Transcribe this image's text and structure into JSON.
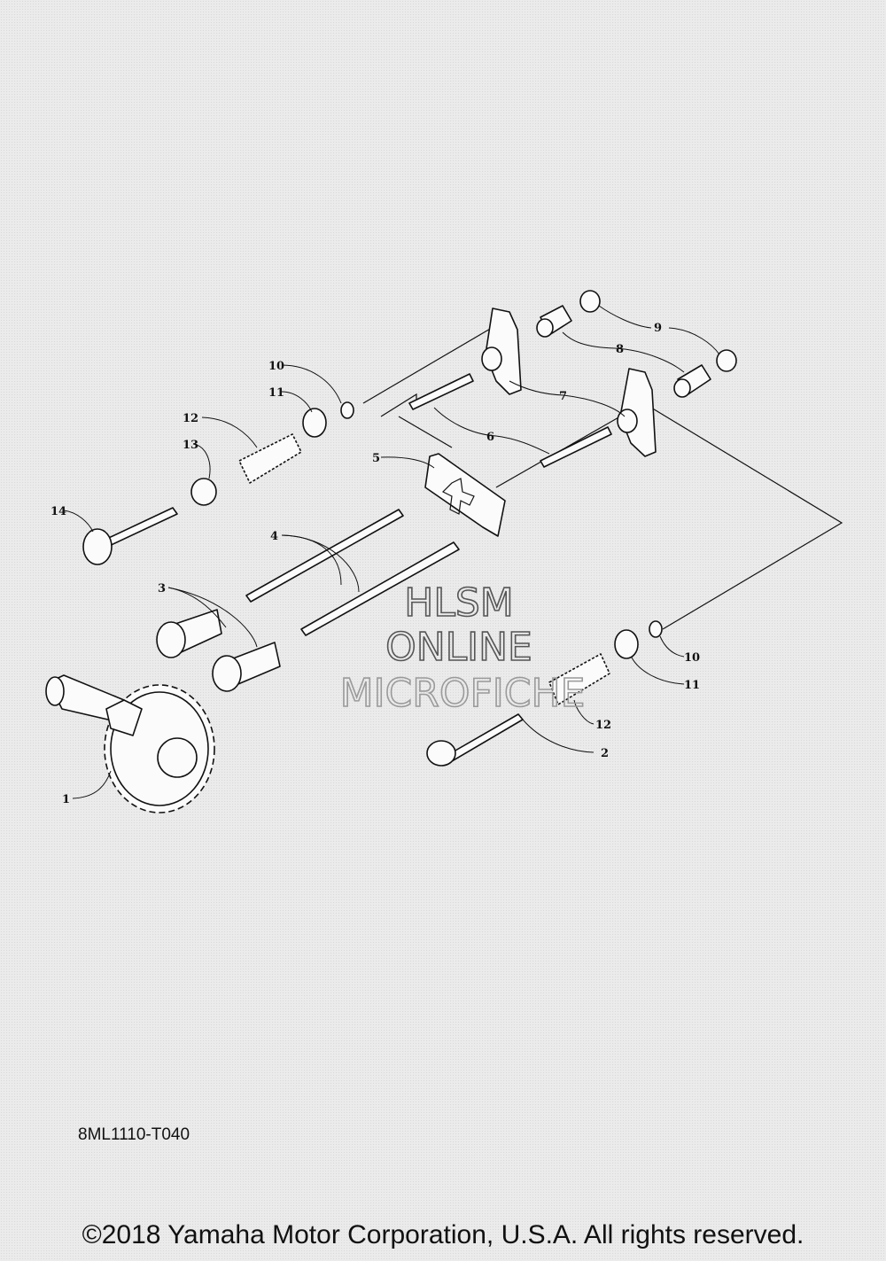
{
  "figure_code": "8ML1110-T040",
  "copyright": "©2018 Yamaha Motor Corporation, U.S.A. All rights reserved.",
  "watermark": {
    "line1": "HLSM",
    "line2": "ONLINE",
    "line3": "MICROFICHE"
  },
  "callouts": {
    "c1": "1",
    "c2": "2",
    "c3": "3",
    "c4": "4",
    "c5": "5",
    "c6": "6",
    "c7": "7",
    "c8": "8",
    "c9": "9",
    "c10a": "10",
    "c10b": "10",
    "c11a": "11",
    "c11b": "11",
    "c12a": "12",
    "c12b": "12",
    "c13": "13",
    "c14": "14"
  }
}
